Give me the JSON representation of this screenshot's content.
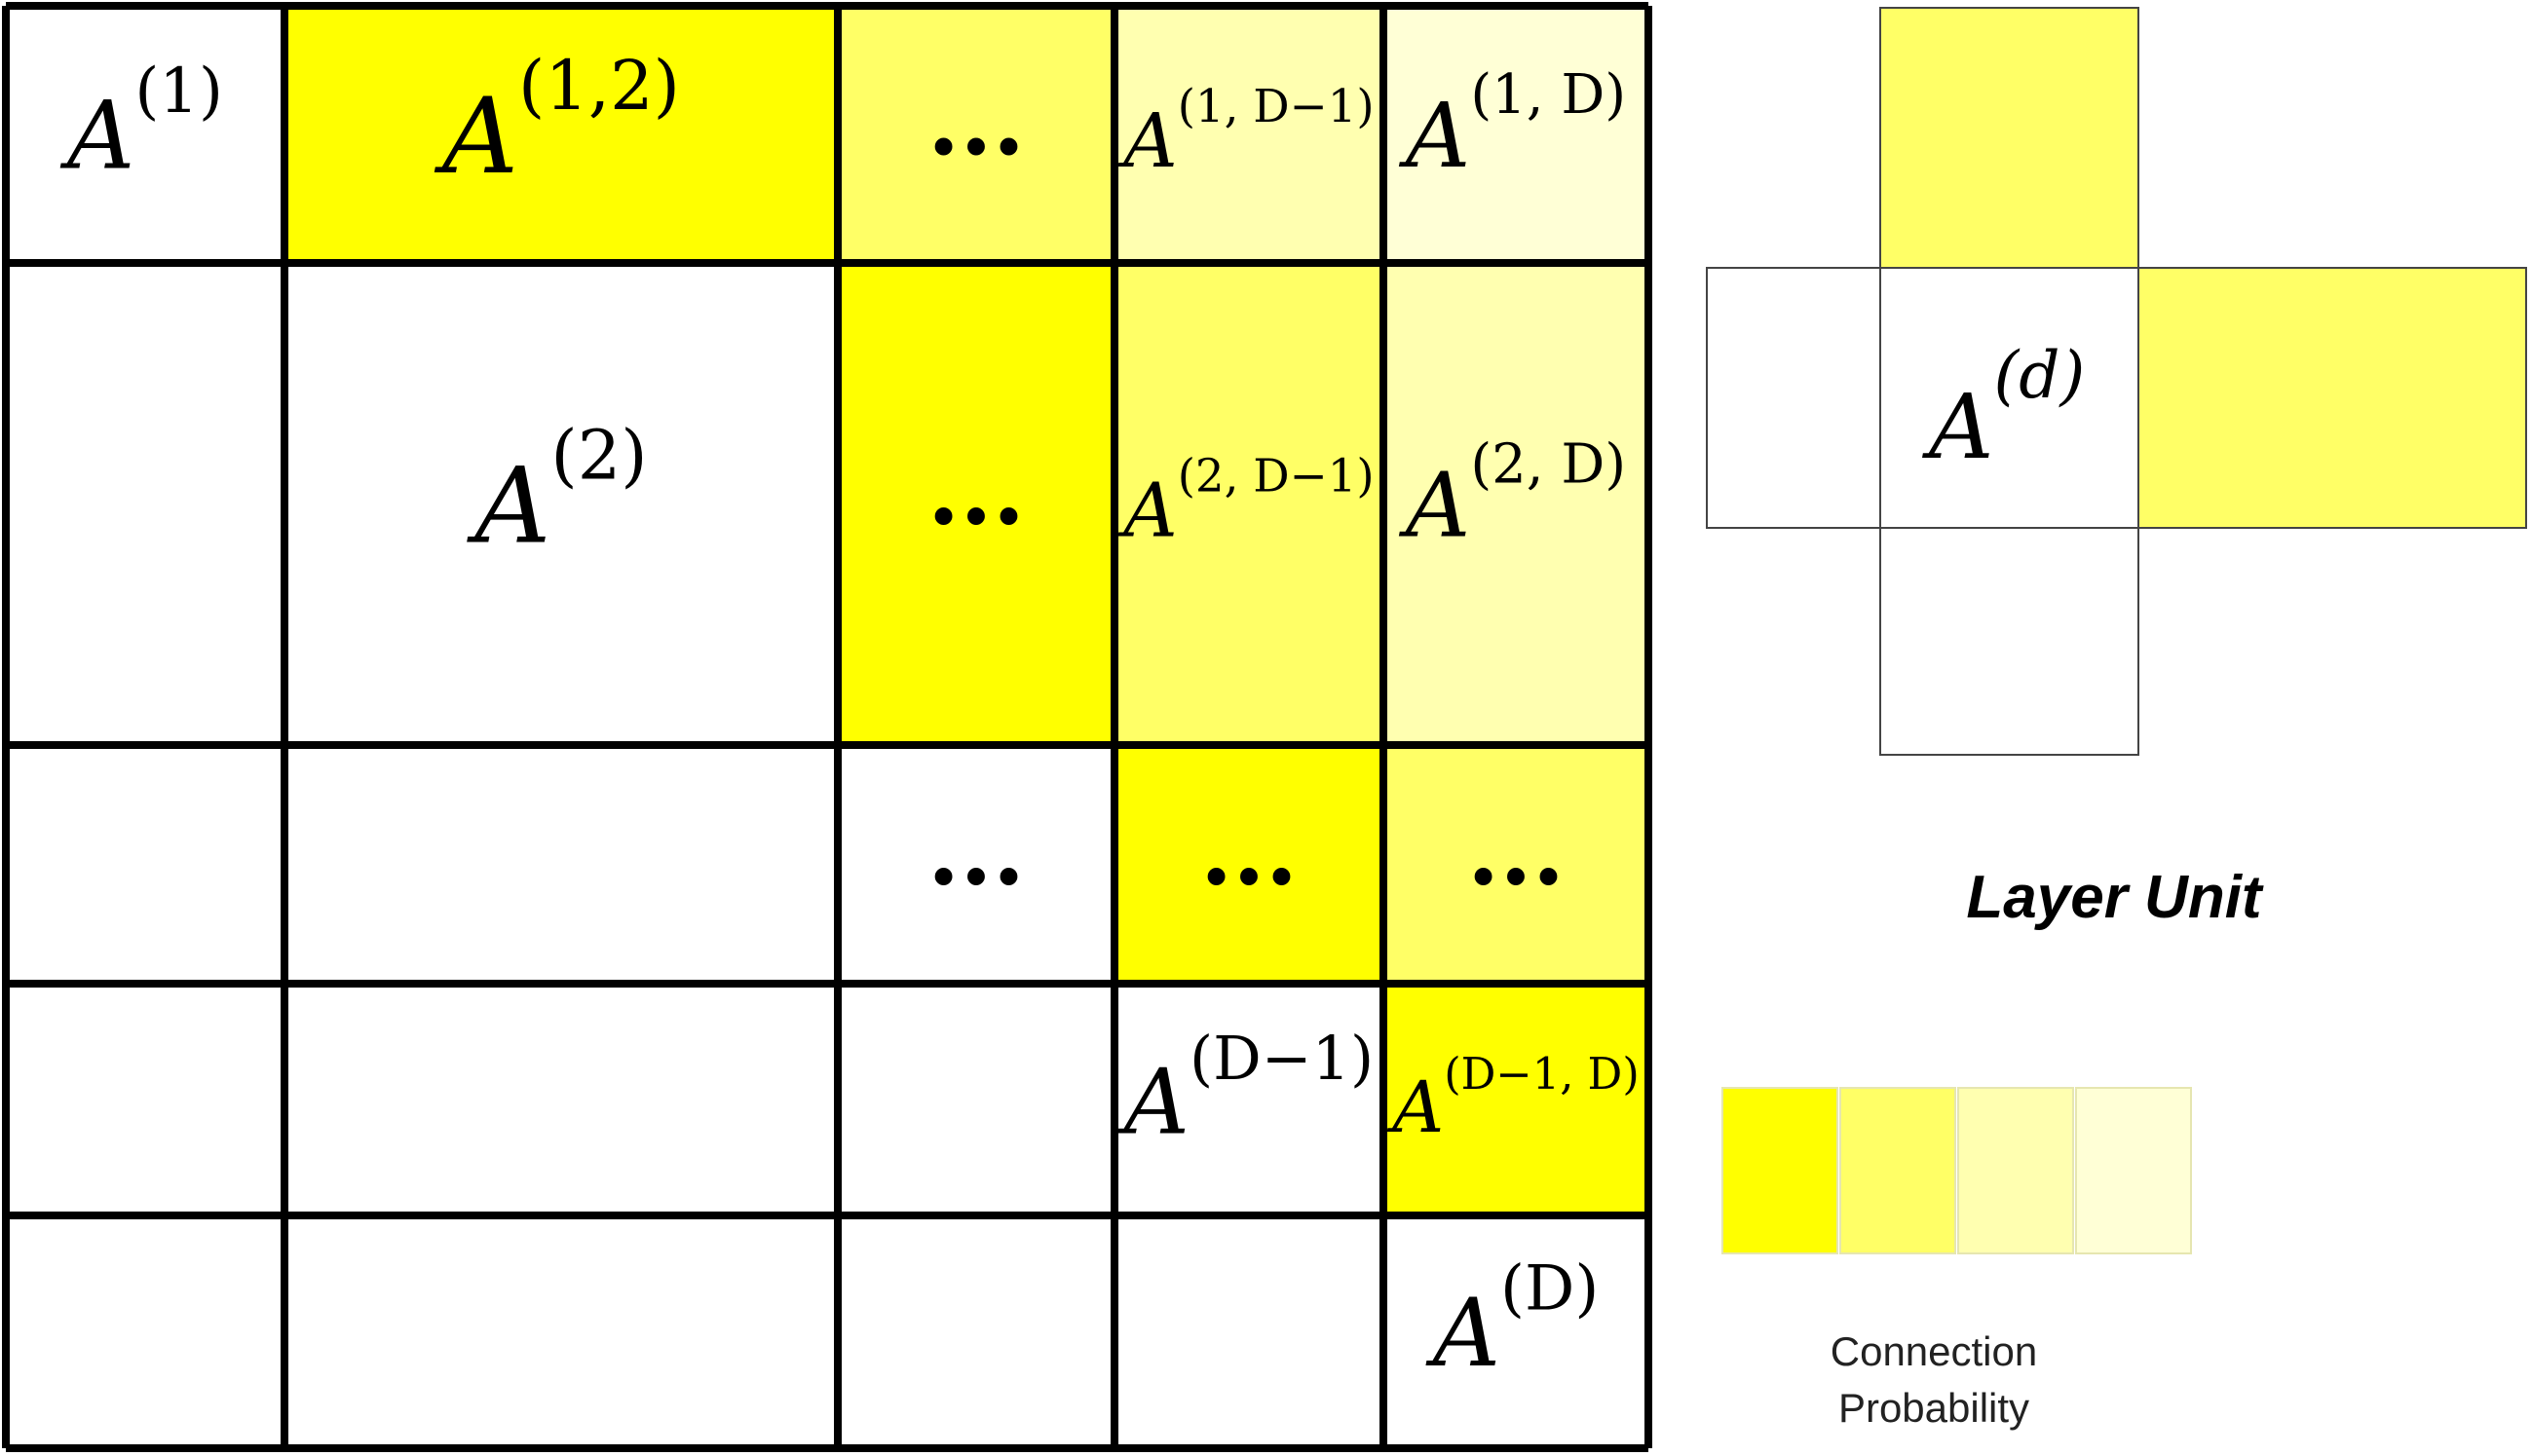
{
  "colors": {
    "strong": "#ffff00",
    "medium": "#ffff66",
    "light": "#ffffb0",
    "faint": "#ffffd6",
    "none": "#ffffff",
    "grid": "#000000"
  },
  "matrix": {
    "rows": [
      [
        {
          "fill": "none",
          "label": {
            "base": "A",
            "sup": "(1)"
          }
        },
        {
          "fill": "strong",
          "label": {
            "base": "A",
            "sup": "(1,2)"
          }
        },
        {
          "fill": "medium",
          "label": {
            "dots": "..."
          }
        },
        {
          "fill": "light",
          "label": {
            "base": "A",
            "sup": "(1, D−1)"
          }
        },
        {
          "fill": "faint",
          "label": {
            "base": "A",
            "sup": "(1, D)"
          }
        }
      ],
      [
        {
          "fill": "none",
          "label": null
        },
        {
          "fill": "none",
          "label": {
            "base": "A",
            "sup": "(2)"
          }
        },
        {
          "fill": "strong",
          "label": {
            "dots": "..."
          }
        },
        {
          "fill": "medium",
          "label": {
            "base": "A",
            "sup": "(2, D−1)"
          }
        },
        {
          "fill": "light",
          "label": {
            "base": "A",
            "sup": "(2, D)"
          }
        }
      ],
      [
        {
          "fill": "none",
          "label": null
        },
        {
          "fill": "none",
          "label": null
        },
        {
          "fill": "none",
          "label": {
            "dots": "..."
          }
        },
        {
          "fill": "strong",
          "label": {
            "dots": "..."
          }
        },
        {
          "fill": "medium",
          "label": {
            "dots": "..."
          }
        }
      ],
      [
        {
          "fill": "none",
          "label": null
        },
        {
          "fill": "none",
          "label": null
        },
        {
          "fill": "none",
          "label": null
        },
        {
          "fill": "none",
          "label": {
            "base": "A",
            "sup": "(D−1)"
          }
        },
        {
          "fill": "strong",
          "label": {
            "base": "A",
            "sup": "(D−1, D)"
          }
        }
      ],
      [
        {
          "fill": "none",
          "label": null
        },
        {
          "fill": "none",
          "label": null
        },
        {
          "fill": "none",
          "label": null
        },
        {
          "fill": "none",
          "label": null
        },
        {
          "fill": "none",
          "label": {
            "base": "A",
            "sup": "(D)"
          }
        }
      ]
    ]
  },
  "layer_unit": {
    "title": "Layer Unit",
    "center_label": {
      "base": "A",
      "sup": "(d)"
    }
  },
  "legend": {
    "swatches": [
      "strong",
      "medium",
      "light",
      "faint"
    ],
    "caption_line1": "Connection",
    "caption_line2": "Probability"
  }
}
